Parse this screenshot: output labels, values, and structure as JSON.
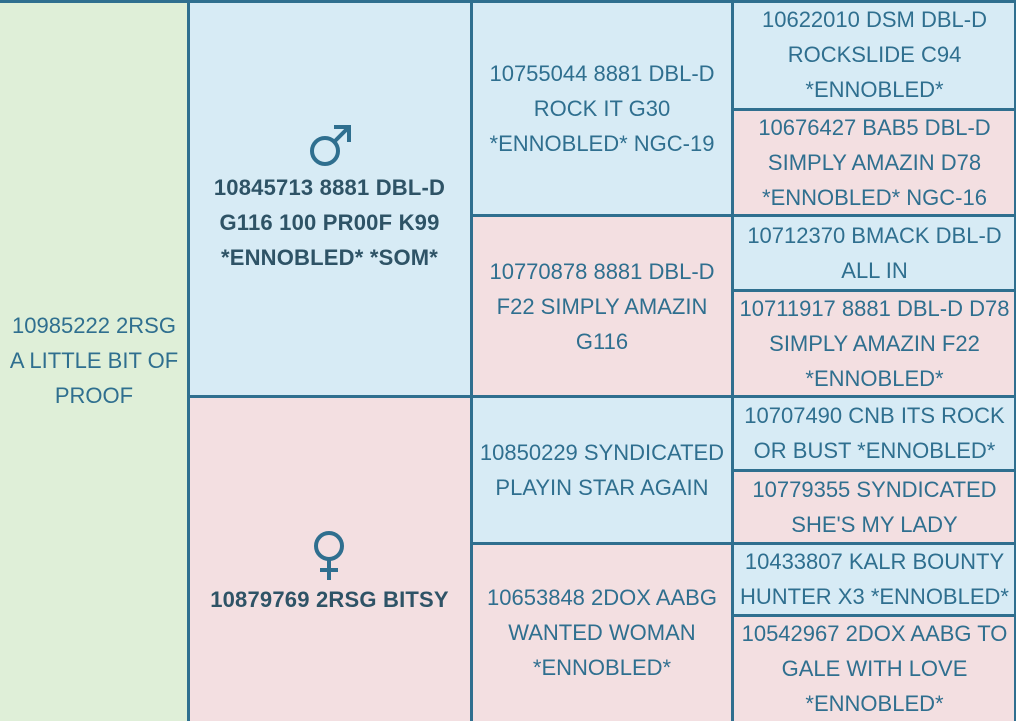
{
  "colors": {
    "border": "#2f6f8f",
    "text": "#2f6f8f",
    "bold_text": "#2e5366",
    "subject_bg": "#dfefd8",
    "male_bg": "#d7ebf5",
    "female_bg": "#f3dfe1"
  },
  "pedigree": {
    "subject": "10985222 2RSG A LITTLE BIT OF PROOF",
    "sire": {
      "icon": "male-symbol-icon",
      "name": "10845713 8881 DBL-D G116 100 PR00F K99 *ENNOBLED* *SOM*"
    },
    "dam": {
      "icon": "female-symbol-icon",
      "name": "10879769 2RSG BITSY"
    },
    "grandparents": {
      "sire_sire": "10755044 8881 DBL-D ROCK IT G30 *ENNOBLED* NGC-19",
      "sire_dam": "10770878 8881 DBL-D F22 SIMPLY AMAZIN G116",
      "dam_sire": "10850229 SYNDICATED PLAYIN STAR AGAIN",
      "dam_dam": "10653848 2DOX AABG WANTED WOMAN *ENNOBLED*"
    },
    "great_grandparents": {
      "sss": "10622010 DSM DBL-D ROCKSLIDE C94 *ENNOBLED*",
      "ssd": "10676427 BAB5 DBL-D SIMPLY AMAZIN D78 *ENNOBLED* NGC-16",
      "sds": "10712370 BMACK DBL-D ALL IN",
      "sdd": "10711917 8881 DBL-D D78 SIMPLY AMAZIN F22 *ENNOBLED*",
      "dss": "10707490 CNB ITS ROCK OR BUST *ENNOBLED*",
      "dsd": "10779355 SYNDICATED SHE'S MY LADY",
      "dds": "10433807 KALR BOUNTY HUNTER X3 *ENNOBLED*",
      "ddd": "10542967 2DOX AABG TO GALE WITH LOVE *ENNOBLED*"
    }
  }
}
